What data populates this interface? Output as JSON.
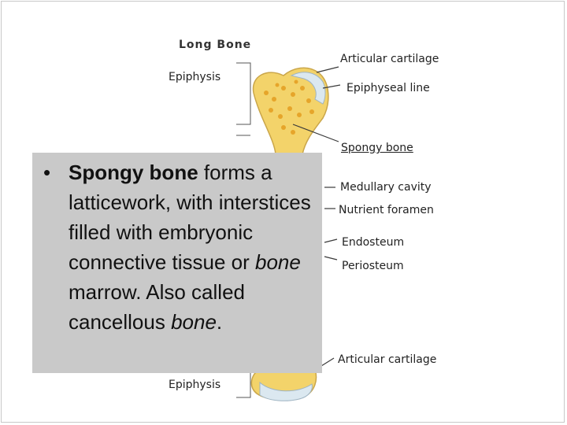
{
  "figure": {
    "title": "Long Bone",
    "labels": {
      "epiphysis_top": "Epiphysis",
      "epiphysis_bottom": "Epiphysis",
      "articular_cartilage_top": "Articular cartilage",
      "epiphyseal_line": "Epiphyseal line",
      "spongy_bone": "Spongy bone",
      "medullary_cavity": "Medullary cavity",
      "nutrient_foramen": "Nutrient foramen",
      "endosteum": "Endosteum",
      "periosteum": "Periosteum",
      "articular_cartilage_bottom": "Articular cartilage"
    },
    "colors": {
      "bone": "#f3d36a",
      "spongy": "#e6a52a",
      "cartilage": "#dbe8f0",
      "pointer": "#3a3a3a"
    }
  },
  "callout": {
    "bullet": "•",
    "part1_bold": "Spongy bone",
    "part2": " forms a latticework, with interstices filled with embryonic connective tissue or ",
    "part3_italic": "bone",
    "part4": " marrow. Also called cancellous ",
    "part5_italic": "bone",
    "part6": "."
  }
}
